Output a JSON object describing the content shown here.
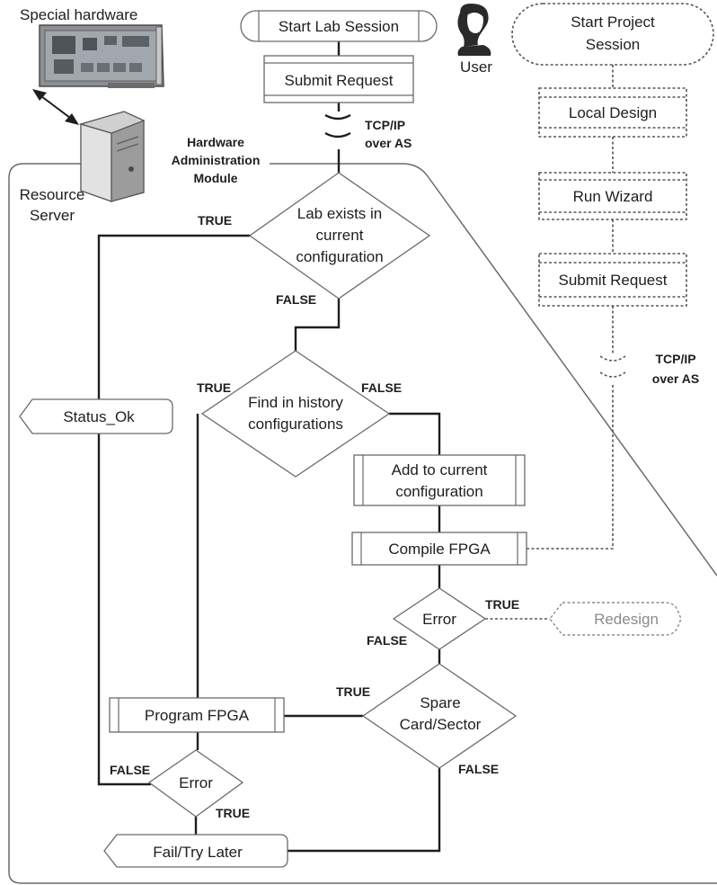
{
  "labels": {
    "special_hardware": "Special hardware",
    "user": "User",
    "resource_server_1": "Resource",
    "resource_server_2": "Server",
    "ham_1": "Hardware",
    "ham_2": "Administration",
    "ham_3": "Module",
    "tcpip_top_1": "TCP/IP",
    "tcpip_top_2": "over AS",
    "tcpip_right_1": "TCP/IP",
    "tcpip_right_2": "over AS"
  },
  "nodes": {
    "start_lab": "Start Lab Session",
    "submit_request": "Submit Request",
    "lab_exists_1": "Lab exists in",
    "lab_exists_2": "current",
    "lab_exists_3": "configuration",
    "find_history_1": "Find in history",
    "find_history_2": "configurations",
    "add_current_1": "Add to current",
    "add_current_2": "configuration",
    "compile_fpga": "Compile FPGA",
    "error_compile": "Error",
    "redesign": "Redesign",
    "spare_1": "Spare",
    "spare_2": "Card/Sector",
    "program_fpga": "Program FPGA",
    "error_program": "Error",
    "status_ok": "Status_Ok",
    "fail": "Fail/Try Later",
    "start_project_1": "Start Project",
    "start_project_2": "Session",
    "local_design": "Local Design",
    "run_wizard": "Run Wizard",
    "submit_request_right": "Submit Request"
  },
  "edge_labels": {
    "lab_true": "TRUE",
    "lab_false": "FALSE",
    "find_true": "TRUE",
    "find_false": "FALSE",
    "compile_err_true": "TRUE",
    "compile_err_false": "FALSE",
    "spare_true": "TRUE",
    "spare_false": "FALSE",
    "prog_err_false": "FALSE",
    "prog_err_true": "TRUE"
  }
}
